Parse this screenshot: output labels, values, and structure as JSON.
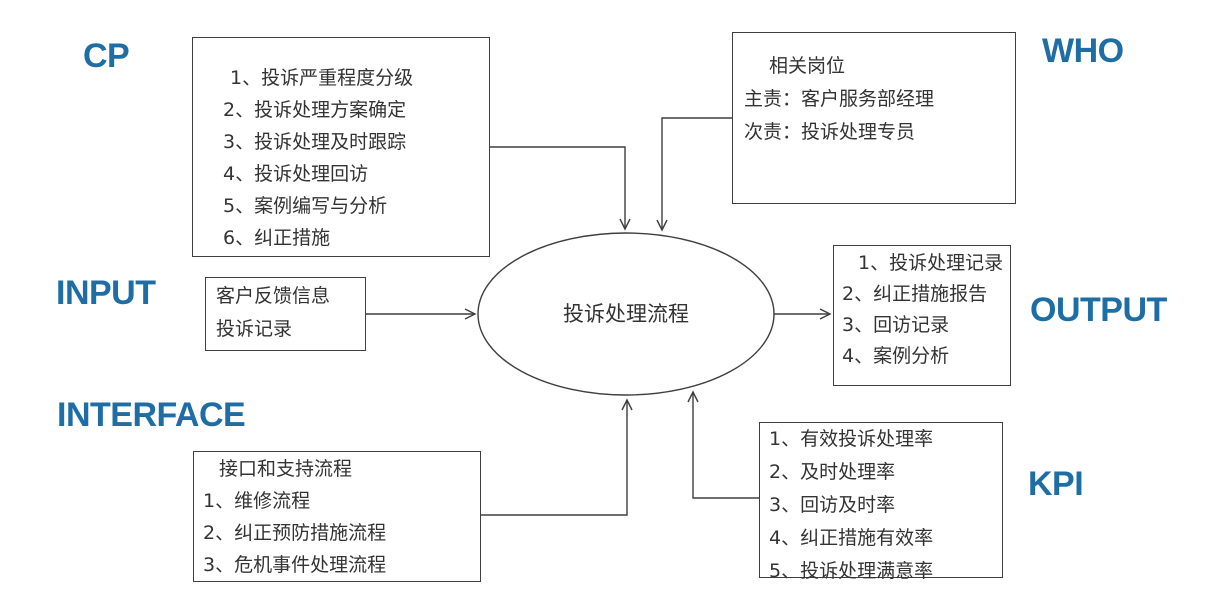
{
  "colors": {
    "accent": "#1E6EA5",
    "line": "#3f3f3f"
  },
  "labels": {
    "cp": "CP",
    "who": "WHO",
    "input": "INPUT",
    "output": "OUTPUT",
    "interface": "INTERFACE",
    "kpi": "KPI"
  },
  "process": {
    "title": "投诉处理流程"
  },
  "cp_box": {
    "items": [
      "1、投诉严重程度分级",
      "2、投诉处理方案确定",
      "3、投诉处理及时跟踪",
      "4、投诉处理回访",
      "5、案例编写与分析",
      "6、纠正措施"
    ]
  },
  "who_box": {
    "title": "相关岗位",
    "lines": [
      "主责：客户服务部经理",
      "次责：投诉处理专员"
    ]
  },
  "input_box": {
    "lines": [
      "客户反馈信息",
      "投诉记录"
    ]
  },
  "output_box": {
    "items": [
      "1、投诉处理记录",
      "2、纠正措施报告",
      "3、回访记录",
      "4、案例分析"
    ]
  },
  "interface_box": {
    "title": "接口和支持流程",
    "items": [
      "1、维修流程",
      "2、纠正预防措施流程",
      "3、危机事件处理流程"
    ]
  },
  "kpi_box": {
    "items": [
      "1、有效投诉处理率",
      "2、及时处理率",
      "3、回访及时率",
      "4、纠正措施有效率",
      "5、投诉处理满意率"
    ]
  }
}
